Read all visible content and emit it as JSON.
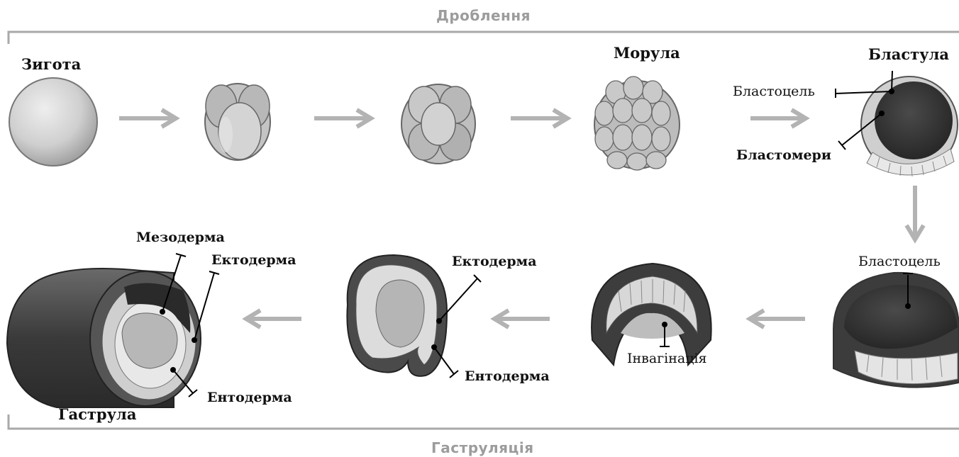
{
  "sections": {
    "top_title": "Дроблення",
    "bottom_title": "Гаструляція"
  },
  "stages": {
    "zygote": "Зигота",
    "morula": "Морула",
    "blastula": "Бластула",
    "gastrula": "Гаструла"
  },
  "labels": {
    "blastocoel_1": "Бластоцель",
    "blastomeres": "Бластомери",
    "blastocoel_2": "Бластоцель",
    "invagination": "Інвагінація",
    "ectoderm_1": "Ектодерма",
    "endoderm_1": "Ентодерма",
    "mesoderm": "Мезодерма",
    "ectoderm_2": "Ектодерма",
    "endoderm_2": "Ентодерма"
  },
  "colors": {
    "frame": "#a9a9a9",
    "arrow": "#b3b3b3",
    "cell_light": "#c9c9c9",
    "cell_dark": "#3a3a3a"
  }
}
